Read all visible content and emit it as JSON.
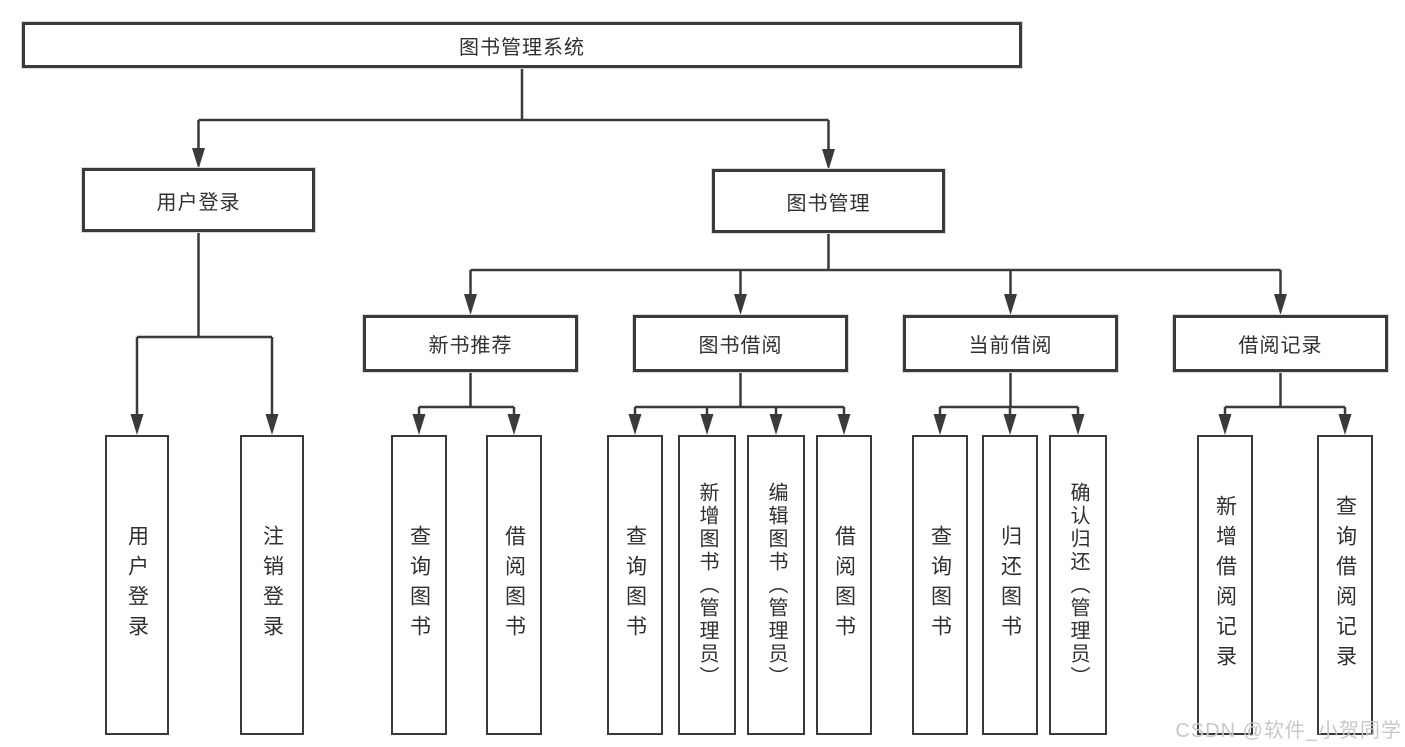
{
  "diagram": {
    "root": "图书管理系统",
    "level2": {
      "user_login": "用户登录",
      "book_management": "图书管理"
    },
    "level3": {
      "new_book_recommend": "新书推荐",
      "book_borrowing": "图书借阅",
      "current_borrowing": "当前借阅",
      "borrowing_records": "借阅记录"
    },
    "leaves": {
      "user_login": [
        "用户登录",
        "注销登录"
      ],
      "new_book_recommend": [
        "查询图书",
        "借阅图书"
      ],
      "book_borrowing": [
        "查询图书",
        "新增图书（管理员）",
        "编辑图书（管理员）",
        "借阅图书"
      ],
      "current_borrowing": [
        "查询图书",
        "归还图书",
        "确认归还（管理员）"
      ],
      "borrowing_records": [
        "新增借阅记录",
        "查询借阅记录"
      ]
    }
  },
  "watermark": "CSDN @软件_小贺同学",
  "colors": {
    "line": "#3a3a3a",
    "text": "#303030",
    "watermark": "#c8c8c8",
    "background": "#ffffff"
  }
}
